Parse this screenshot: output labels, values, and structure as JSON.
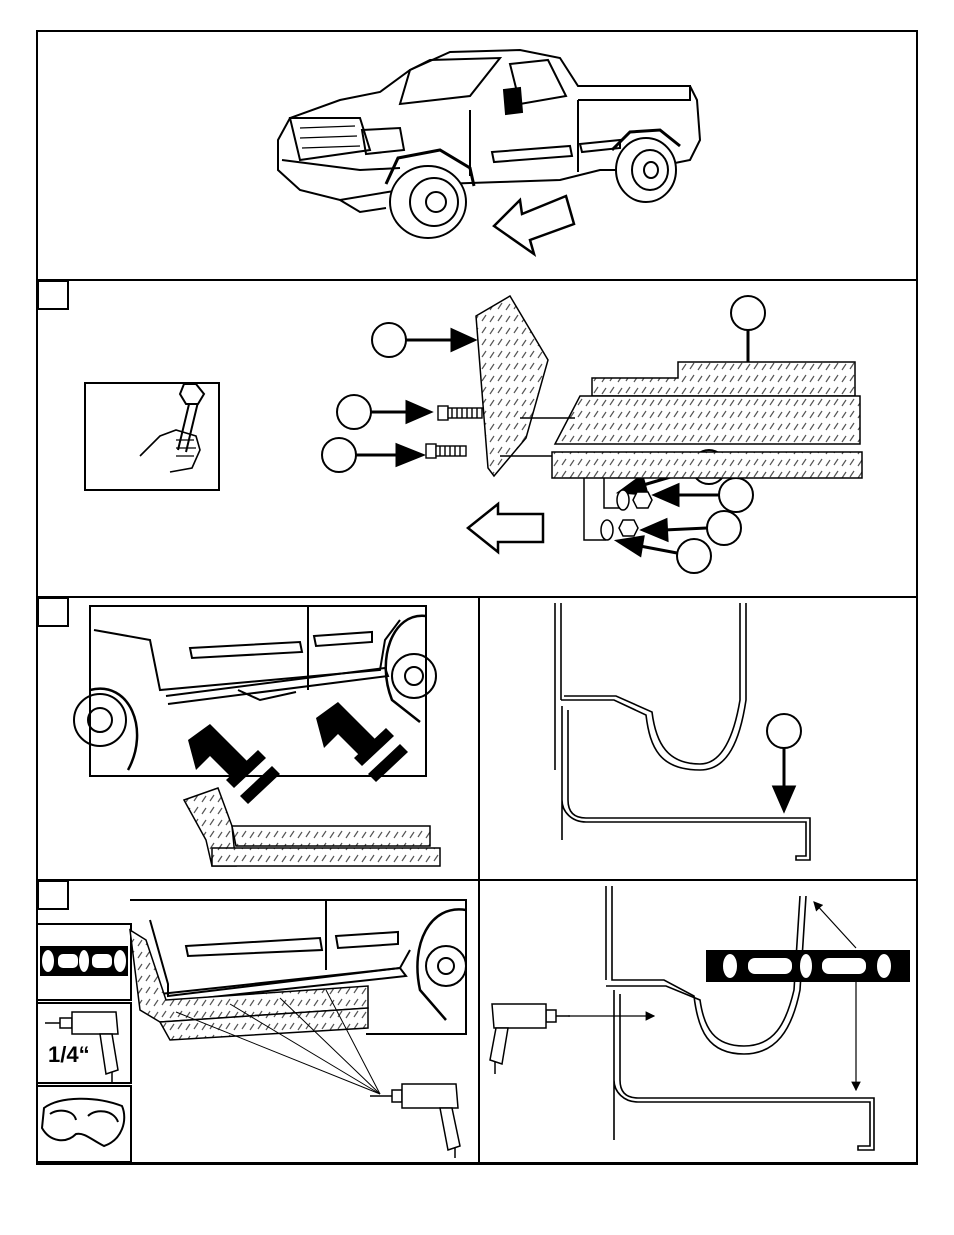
{
  "drill_bit_size": "1/4“",
  "step_markers": [
    "step-2",
    "step-3",
    "step-4"
  ],
  "icons": {
    "wrench": "hand-wrench-icon",
    "level": "level-icon",
    "drill": "power-drill-icon",
    "goggles": "safety-goggles-icon",
    "direction_arrow": "direction-arrow-icon"
  },
  "colors": {
    "line": "#000000",
    "paper": "#ffffff",
    "pattern": "#555555"
  }
}
